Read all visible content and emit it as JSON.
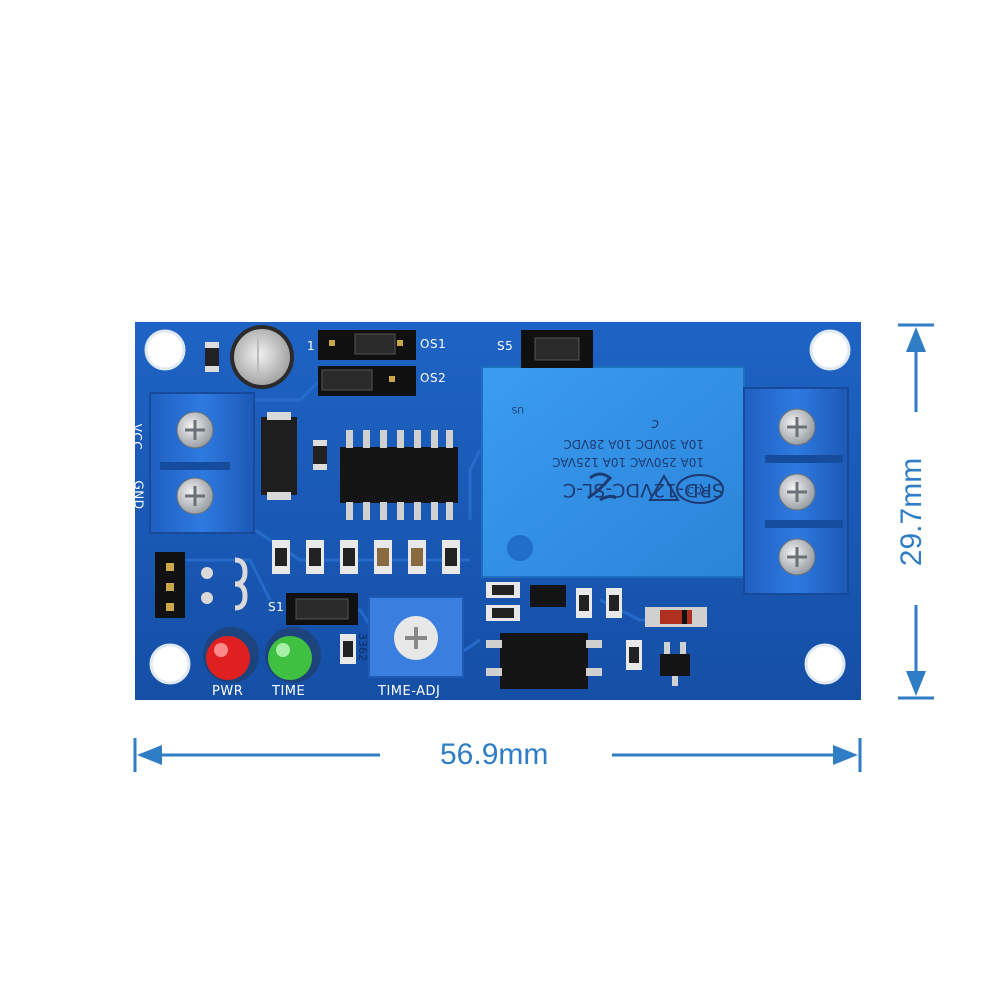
{
  "board": {
    "relay": {
      "model": "SRD-12VDC-SL-C",
      "rating_line_1": "10A 250VAC 10A 125VAC",
      "rating_line_2": "10A 30VDC 10A 28VDC",
      "mark_ul": "c",
      "mark_us": "US",
      "mark_cqc": "CQC"
    },
    "labels": {
      "os1": "OS1",
      "os2": "OS2",
      "s5": "S5",
      "s1": "S1",
      "vcc": "VCC",
      "gnd": "GND",
      "pwr": "PWR",
      "time": "TIME",
      "time_adj": "TIME-ADJ",
      "jumper_1": "1",
      "pot_code": "3362"
    },
    "colors": {
      "pcb": "#1a5bb8",
      "relay": "#2f8ee0",
      "terminal": "#2670d0",
      "led_pwr": "#e02020",
      "led_time": "#3fc040"
    }
  },
  "dimensions": {
    "width": "56.9mm",
    "height": "29.7mm"
  }
}
